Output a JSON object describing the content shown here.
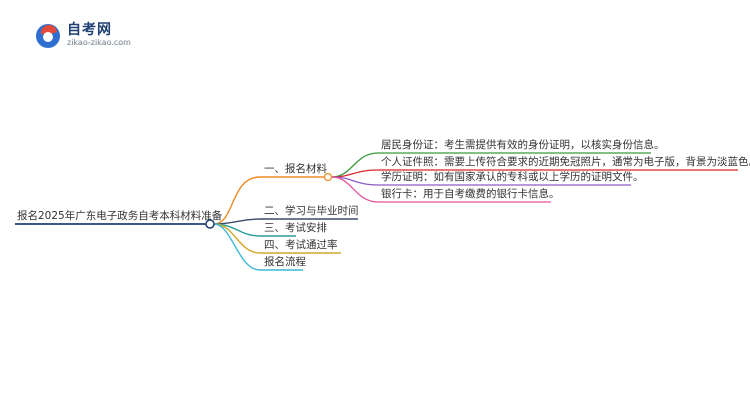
{
  "logo": {
    "title": "自考网",
    "subtitle": "zikao-zikao.com"
  },
  "mindmap": {
    "root": "报名2025年广东电子政务自考本科材料准备",
    "branches": [
      {
        "label": "一、报名材料",
        "color": "#f08a24",
        "children": [
          {
            "label": "居民身份证：考生需提供有效的身份证明，以核实身份信息。",
            "color": "#3a9b3a"
          },
          {
            "label": "个人证件照：需要上传符合要求的近期免冠照片，通常为电子版，背景为淡蓝色。",
            "color": "#d9262b"
          },
          {
            "label": "学历证明：如有国家承认的专科或以上学历的证明文件。",
            "color": "#8e5bc8"
          },
          {
            "label": "银行卡：用于自考缴费的银行卡信息。",
            "color": "#e2559a"
          }
        ]
      },
      {
        "label": "二、学习与毕业时间",
        "color": "#3c4c6a",
        "children": []
      },
      {
        "label": "三、考试安排",
        "color": "#2a9c9a",
        "children": []
      },
      {
        "label": "四、考试通过率",
        "color": "#d4a72c",
        "children": []
      },
      {
        "label": "报名流程",
        "color": "#3cb8d2",
        "children": []
      }
    ]
  }
}
